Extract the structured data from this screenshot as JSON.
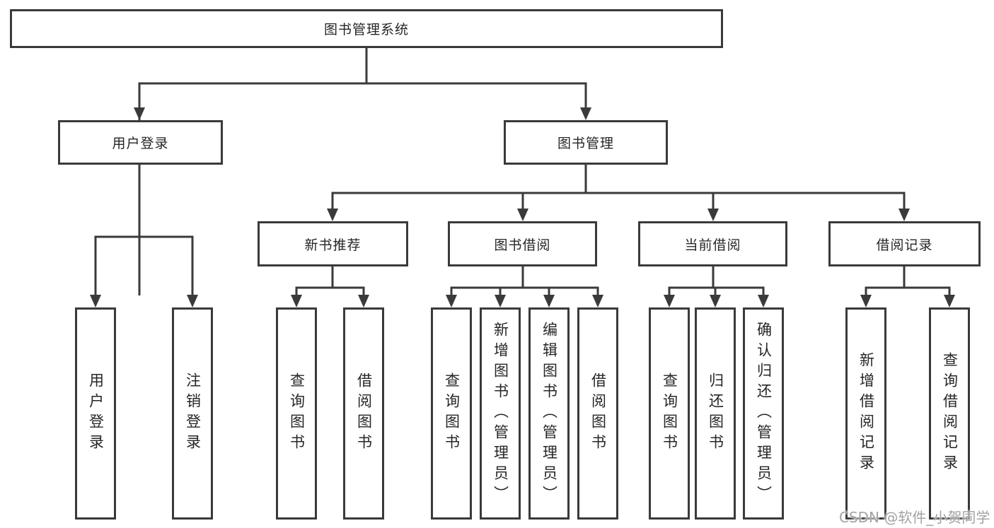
{
  "tree": {
    "root": "图书管理系统",
    "children": [
      {
        "label": "用户登录",
        "leaves": [
          "用户登录",
          "注销登录"
        ]
      },
      {
        "label": "图书管理",
        "children": [
          {
            "label": "新书推荐",
            "leaves": [
              "查询图书",
              "借阅图书"
            ]
          },
          {
            "label": "图书借阅",
            "leaves": [
              "查询图书",
              "新增图书（管理员）",
              "编辑图书（管理员）",
              "借阅图书"
            ]
          },
          {
            "label": "当前借阅",
            "leaves": [
              "查询图书",
              "归还图书",
              "确认归还（管理员）"
            ]
          },
          {
            "label": "借阅记录",
            "leaves": [
              "新增借阅记录",
              "查询借阅记录"
            ]
          }
        ]
      }
    ]
  },
  "watermark": "CSDN @软件_小贺同学",
  "colors": {
    "line": "#3a3a3a",
    "box_border": "#3a3a3a",
    "text": "#262626",
    "watermark": "#a3a3a3",
    "background": "#ffffff"
  }
}
